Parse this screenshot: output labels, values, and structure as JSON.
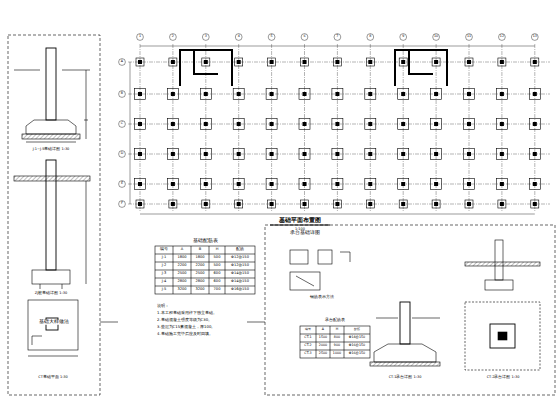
{
  "diagram": {
    "title": "基础平面布置图",
    "nodes": [
      {
        "text": [
          "基础大样做法"
        ]
      },
      {
        "text": [
          "承台基础详图"
        ]
      },
      {
        "text": [
          "基础配筋表"
        ]
      },
      {
        "text": [
          "承台配筋表"
        ],
        "in": 1
      }
    ],
    "labels": [
      "1:100",
      "1",
      "2",
      "3",
      "4",
      "5",
      "6",
      "7",
      "8",
      "9",
      "10",
      "11",
      "12",
      "13",
      "A",
      "B",
      "C",
      "D",
      "E",
      "F",
      "编号",
      "A",
      "B",
      "H",
      "配筋",
      "J-1",
      "1800",
      "1800",
      "500",
      "Φ12@150",
      "J-2",
      "2200",
      "2200",
      "500",
      "Φ12@150",
      "J-3",
      "2500",
      "2500",
      "600",
      "Φ14@150",
      "J-4",
      "2800",
      "2800",
      "600",
      "Φ14@150",
      "J-5",
      "3200",
      "3200",
      "700",
      "Φ16@150",
      "编号",
      "A",
      "H",
      "配筋",
      "CT-1",
      "1500",
      "800",
      "Φ14@150",
      "CT-2",
      "2000",
      "900",
      "Φ16@150",
      "CT-3",
      "2500",
      "1000",
      "Φ16@150",
      "说明：",
      "1.本工程基础采用柱下独立基础。",
      "2.基础混凝土强度等级为C30。",
      "3.垫层为C15素混凝土，厚100。",
      "4.基础施工完毕后应及时回填。",
      "J-1~J-5基础详图 1:30",
      "ZJ桩基础详图 1:30",
      "CT基础平面 1:30",
      "CT-1承台详图 1:30",
      "CT-2承台详图 1:30",
      "钢筋表示方法"
    ]
  }
}
